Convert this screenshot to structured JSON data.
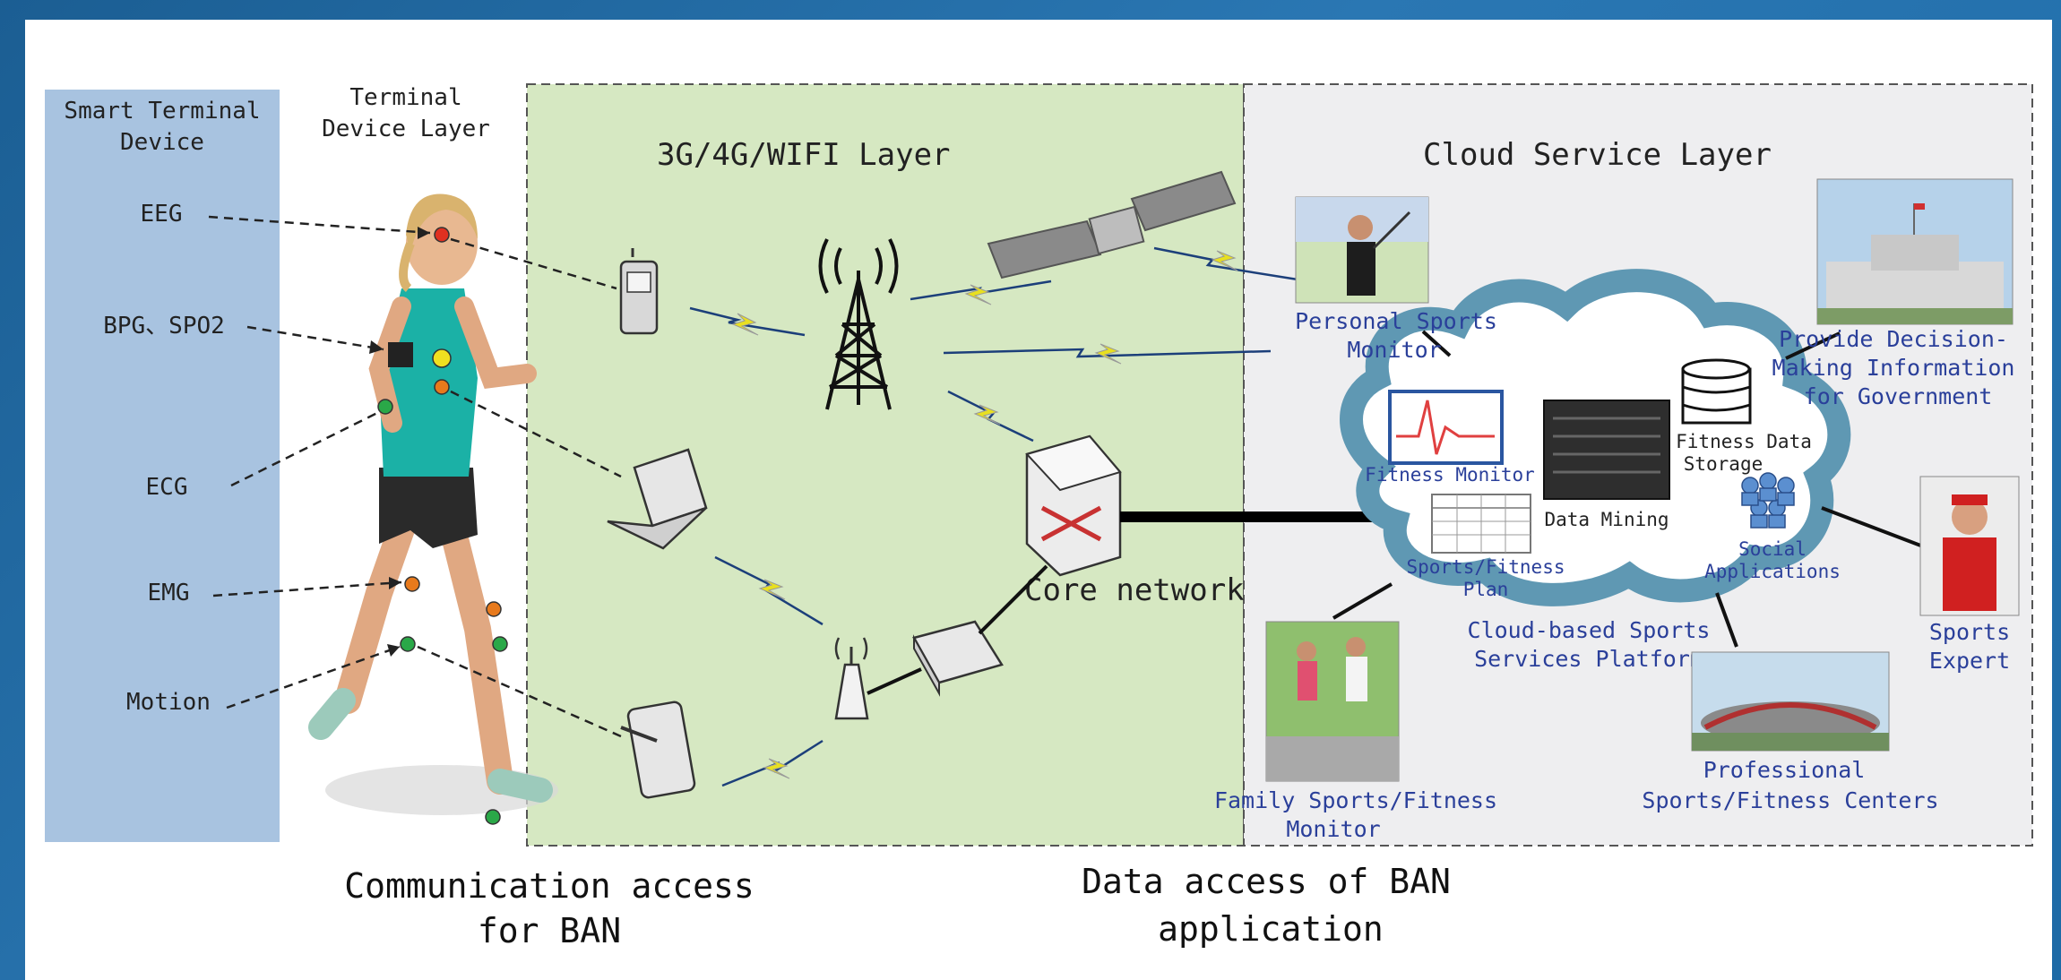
{
  "terminal": {
    "smart_title_1": "Smart Terminal",
    "smart_title_2": "Device",
    "layer_title_1": "Terminal",
    "layer_title_2": "Device Layer",
    "sensors": [
      "EEG",
      "BPG、SPO2",
      "ECG",
      "EMG",
      "Motion"
    ]
  },
  "network": {
    "layer_title": "3G/4G/WIFI Layer",
    "core_label": "Core network"
  },
  "cloud": {
    "layer_title": "Cloud Service Layer",
    "personal_1": "Personal Sports",
    "personal_2": "Monitor",
    "fitness_monitor": "Fitness Monitor",
    "data_mining": "Data Mining",
    "storage_1": "Fitness Data",
    "storage_2": "Storage",
    "plan_1": "Sports/Fitness",
    "plan_2": "Plan",
    "social_1": "Social",
    "social_2": "Applications",
    "platform_1": "Cloud-based Sports",
    "platform_2": "Services Platform",
    "government_1": "Provide Decision-",
    "government_2": "Making Information",
    "government_3": "for Government",
    "expert_1": "Sports",
    "expert_2": "Expert",
    "centers_1": "Professional",
    "centers_2": "Sports/Fitness Centers",
    "family_1": "Family Sports/Fitness",
    "family_2": "Monitor"
  },
  "captions": {
    "comm_1": "Communication access",
    "comm_2": "for BAN",
    "data_1": "Data access of BAN",
    "data_2": "application"
  },
  "colors": {
    "terminal_panel": "#a8c3e0",
    "network_panel": "#d6e8c2",
    "cloud_panel": "#eeeef0",
    "cloud_shape": "#5f98b3",
    "label_blue": "#2a3f9a",
    "signal": "#e8e020"
  }
}
